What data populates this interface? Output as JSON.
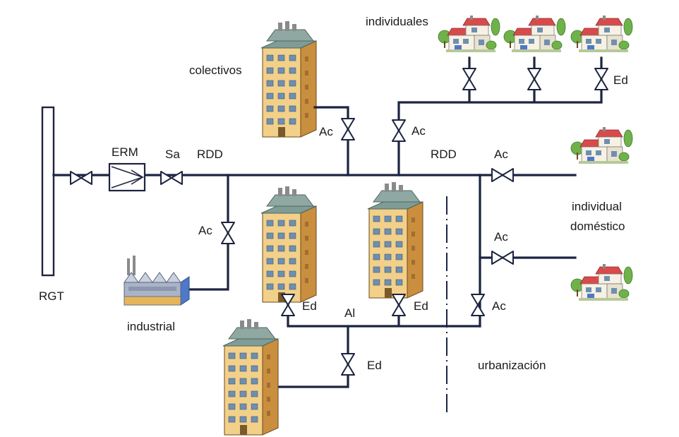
{
  "colors": {
    "pipe": "#1c2440",
    "building_wall": "#f2d08a",
    "building_side": "#c98f3e",
    "roof": "#7f9c96",
    "window": "#6e8fb0",
    "house_roof": "#d94a4a",
    "house_wall": "#f7f1e3",
    "tree": "#6fb24a",
    "factory": "#aab4c8",
    "factory_accent": "#4e78c8"
  },
  "labels": {
    "rgt": "RGT",
    "erm": "ERM",
    "sa": "Sa",
    "rdd_left": "RDD",
    "rdd_right": "RDD",
    "ac_colectivos": "Ac",
    "ac_individuales": "Ac",
    "ac_industrial": "Ac",
    "ac_domestico_top": "Ac",
    "ac_domestico_mid": "Ac",
    "ac_urbanizacion": "Ac",
    "ed_individuales": "Ed",
    "ed_building_left": "Ed",
    "ed_building_right": "Ed",
    "ed_building_bottom": "Ed",
    "al": "Al",
    "colectivos": "colectivos",
    "individuales": "individuales",
    "industrial": "industrial",
    "individual_domestico_line1": "individual",
    "individual_domestico_line2": "doméstico",
    "urbanizacion": "urbanización"
  }
}
